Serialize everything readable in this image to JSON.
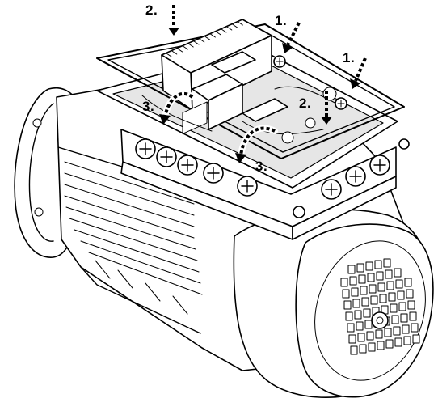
{
  "callouts": {
    "step_1a": "1.",
    "step_1b": "1.",
    "step_2a": "2.",
    "step_2b": "2.",
    "step_3a": "3.",
    "step_3b": "3."
  },
  "colors": {
    "line": "#000000",
    "fill": "#ffffff",
    "shade": "#e6e6e6"
  },
  "icons": {
    "arrow": "dashed-down-arrow-icon",
    "curved_arrow": "dashed-curved-arrow-icon",
    "screw": "screw-head-icon"
  }
}
